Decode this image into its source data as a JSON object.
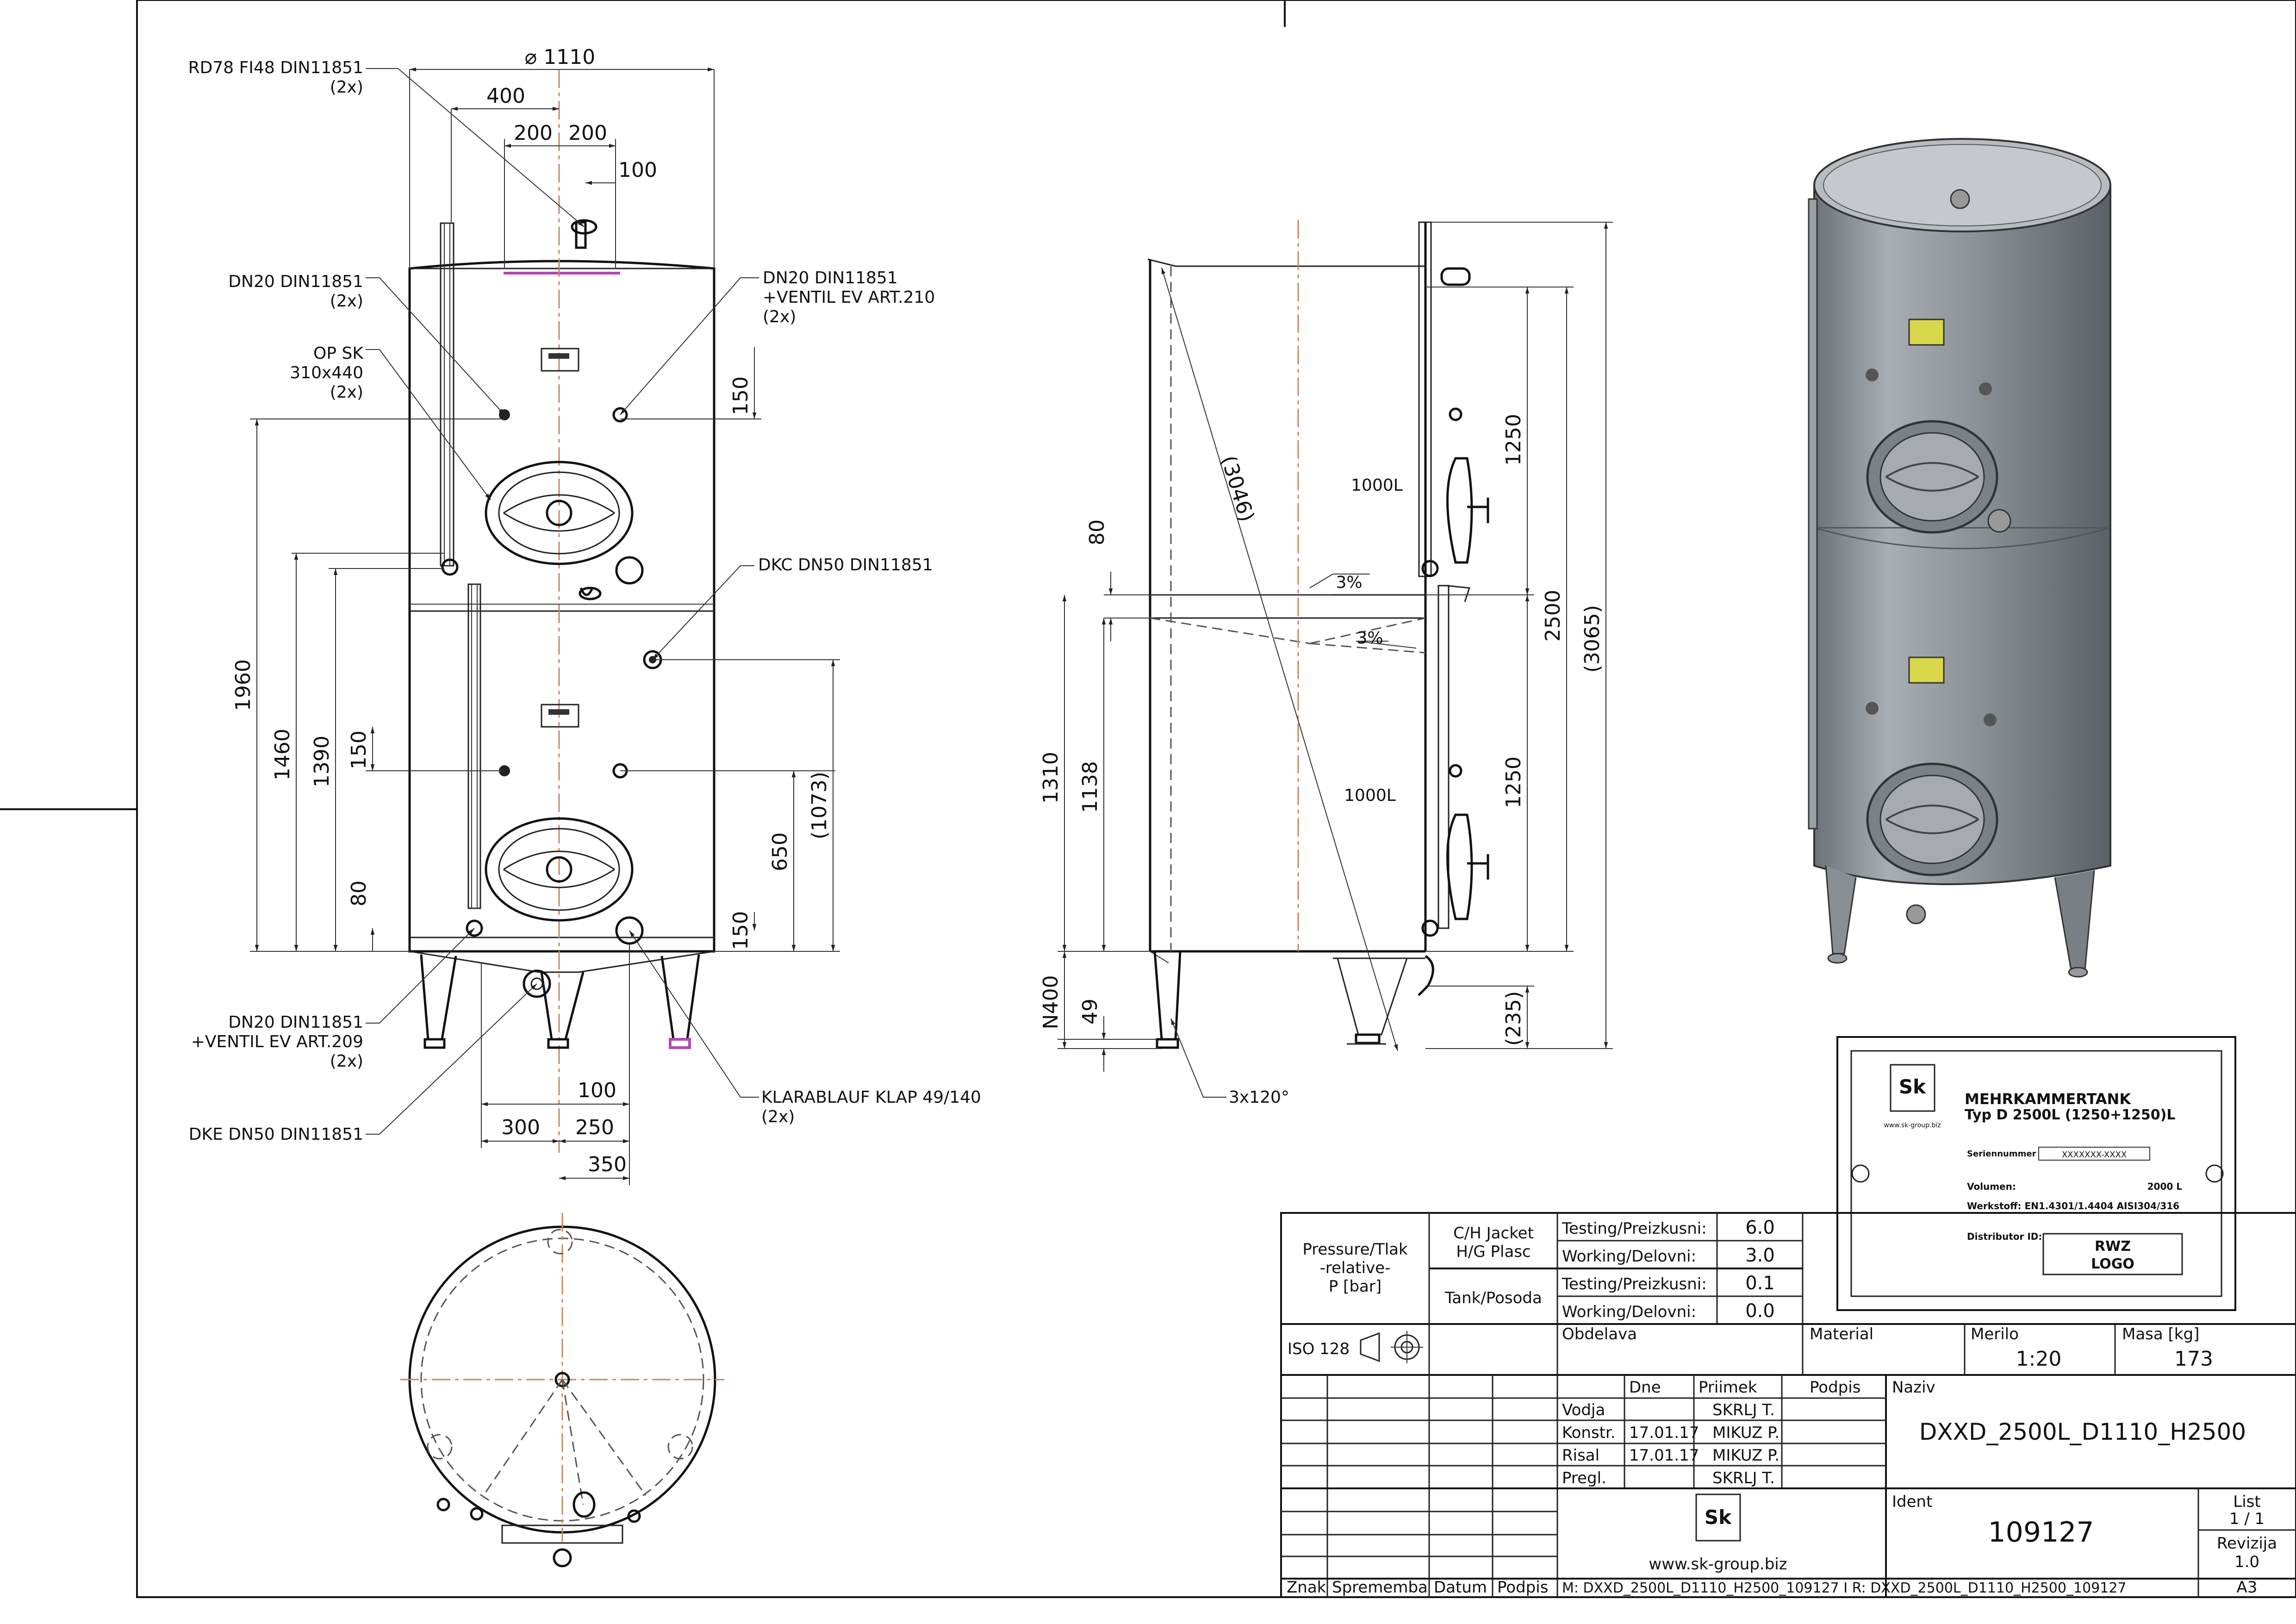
{
  "front_view": {
    "dims": {
      "diameter": "1110",
      "d400": "400",
      "d200a": "200",
      "d200b": "200",
      "d100_top": "100",
      "d150_top": "150",
      "d1960": "1960",
      "d1460": "1460",
      "d1390": "1390",
      "d150_mid": "150",
      "d80": "80",
      "d650": "650",
      "d1073": "(1073)",
      "d150_bot": "150",
      "d100_bot": "100",
      "d300": "300",
      "d250": "250",
      "d350": "350"
    },
    "callouts": {
      "rd78_line1": "RD78 FI48 DIN11851",
      "rd78_line2": "(2x)",
      "dn20_left_line1": "DN20 DIN11851",
      "dn20_left_line2": "(2x)",
      "opsk_line1": "OP SK",
      "opsk_line2": "310x440",
      "opsk_line3": "(2x)",
      "dn20_right_line1": "DN20 DIN11851",
      "dn20_right_line2": "+VENTIL EV ART.210",
      "dn20_right_line3": "(2x)",
      "dkc": "DKC DN50 DIN11851",
      "dn20_bot_line1": "DN20 DIN11851",
      "dn20_bot_line2": "+VENTIL EV ART.209",
      "dn20_bot_line3": "(2x)",
      "dke": "DKE DN50 DIN11851",
      "klar_line1": "KLARABLAUF KLAP 49/140",
      "klar_line2": "(2x)"
    }
  },
  "side_view": {
    "dims": {
      "d80": "80",
      "d1310": "1310",
      "d1138": "1138",
      "n400": "N400",
      "d49": "49",
      "d1250a": "1250",
      "d2500": "2500",
      "d3065": "(3065)",
      "d1250b": "1250",
      "d235": "(235)",
      "d3046": "(3046)"
    },
    "labels": {
      "vol_top": "1000L",
      "vol_bot": "1000L",
      "slope_top": "3%",
      "slope_bot": "3%",
      "legs": "3x120°"
    }
  },
  "nameplate": {
    "title_line1": "MEHRKAMMERTANK",
    "title_line2": "Typ D  2500L  (1250+1250)L",
    "serial_label": "Seriennummer",
    "serial_value": "XXXXXXX-XXXX",
    "volume_label": "Volumen:",
    "volume_value": "2000  L",
    "material_label": "Werkstoff: EN1.4301/1.4404   AISI304/316",
    "distributor_label": "Distributor  ID:",
    "logo_line1": "RWZ",
    "logo_line2": "LOGO",
    "web": "www.sk-group.biz"
  },
  "title_block": {
    "pressure_line1": "Pressure/Tlak",
    "pressure_line2": "-relative-",
    "pressure_line3": "P [bar]",
    "jacket_line1": "C/H Jacket",
    "jacket_line2": "H/G Plasc",
    "tank": "Tank/Posoda",
    "testing_label": "Testing/Preizkusni:",
    "working_label": "Working/Delovni:",
    "jacket_testing": "6.0",
    "jacket_working": "3.0",
    "tank_testing": "0.1",
    "tank_working": "0.0",
    "iso": "ISO 128",
    "obdelava": "Obdelava",
    "material": "Material",
    "merilo_label": "Merilo",
    "merilo_value": "1:20",
    "masa_label": "Masa [kg]",
    "masa_value": "173",
    "naziv_label": "Naziv",
    "naziv_value": "DXXD_2500L_D1110_H2500",
    "col_dne": "Dne",
    "col_priimek": "Priimek",
    "col_podpis": "Podpis",
    "rows": [
      {
        "role": "Vodja",
        "date": "",
        "name": "SKRLJ T."
      },
      {
        "role": "Konstr.",
        "date": "17.01.17",
        "name": "MIKUZ P."
      },
      {
        "role": "Risal",
        "date": "17.01.17",
        "name": "MIKUZ P."
      },
      {
        "role": "Pregl.",
        "date": "",
        "name": "SKRLJ T."
      }
    ],
    "ident_label": "Ident",
    "ident_value": "109127",
    "list_label": "List",
    "list_value": "1 / 1",
    "revizija_label": "Revizija",
    "revizija_value": "1.0",
    "web": "www.sk-group.biz",
    "footer_znak": "Znak",
    "footer_sprememba": "Sprememba",
    "footer_datum": "Datum",
    "footer_podpis": "Podpis",
    "file_path": "M: DXXD_2500L_D1110_H2500_109127 I R: DXXD_2500L_D1110_H2500_109127",
    "format": "A3"
  }
}
